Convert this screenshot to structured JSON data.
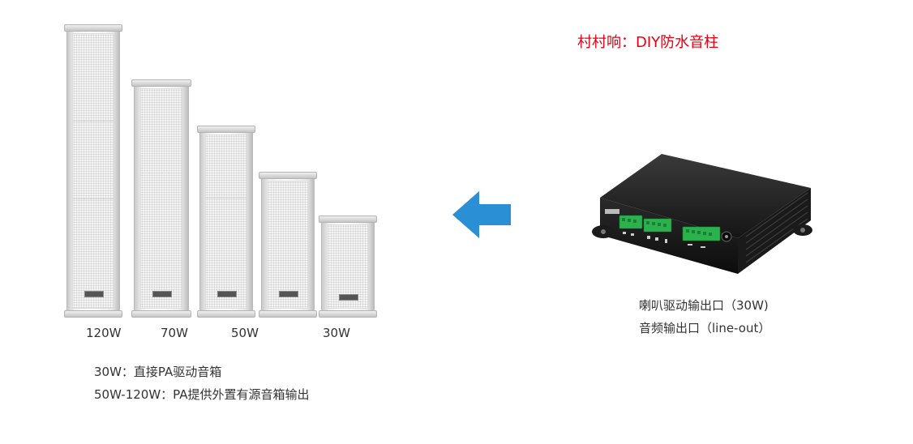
{
  "title": "村村响：DIY防水音柱",
  "speakers": [
    {
      "label": "120W"
    },
    {
      "label": "70W"
    },
    {
      "label": "50W"
    },
    {
      "label": "30W"
    }
  ],
  "notes": [
    "30W：直接PA驱动音箱",
    "50W-120W：PA提供外置有源音箱输出"
  ],
  "amplifier": {
    "features": [
      "喇叭驱动输出口（30W)",
      "音频输出口（line-out）"
    ]
  },
  "colors": {
    "title": "#e60012",
    "arrow": "#2b8fd6",
    "text": "#333333"
  },
  "icons": {
    "arrow": "arrow-left-icon"
  }
}
